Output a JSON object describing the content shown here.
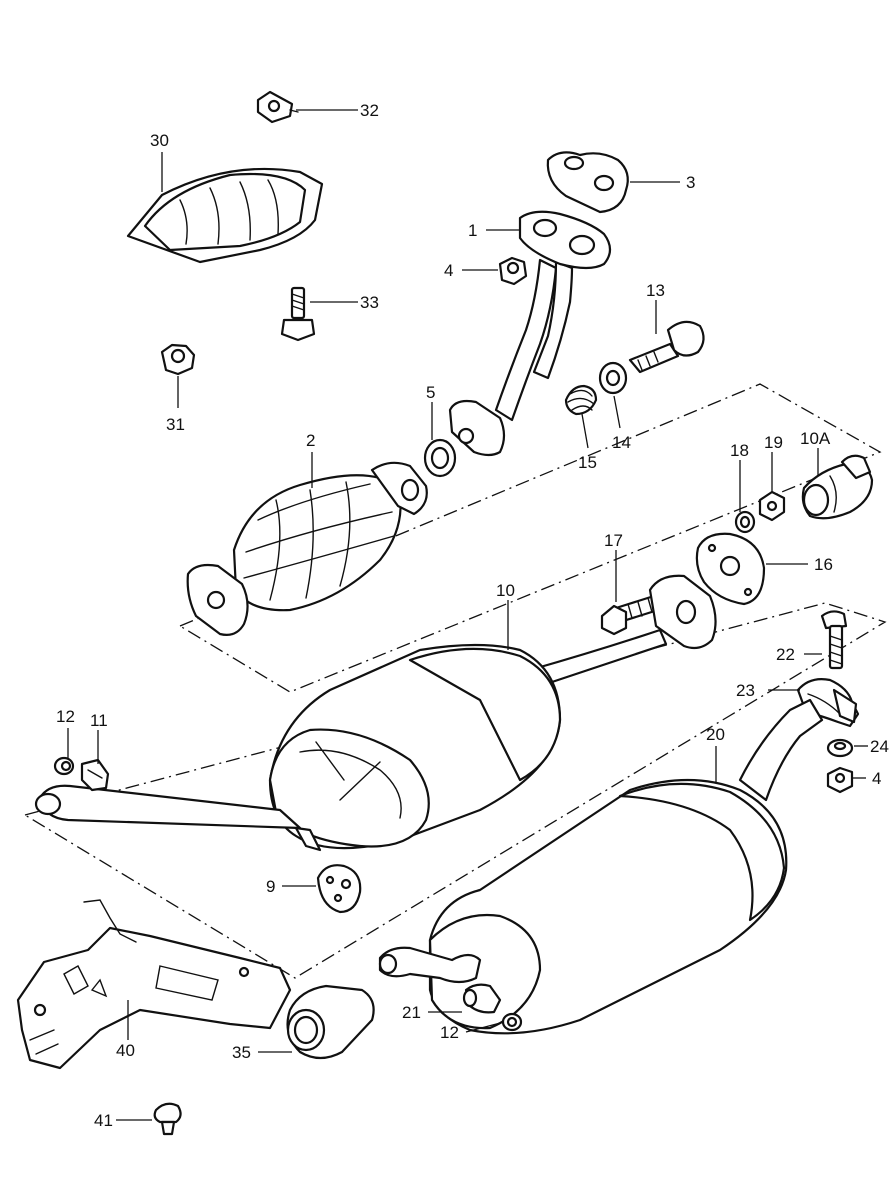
{
  "callouts": {
    "c1": "1",
    "c2": "2",
    "c3": "3",
    "c4a": "4",
    "c4b": "4",
    "c5": "5",
    "c9": "9",
    "c10": "10",
    "c10a": "10A",
    "c11": "11",
    "c12a": "12",
    "c12b": "12",
    "c13": "13",
    "c14": "14",
    "c15": "15",
    "c16": "16",
    "c17": "17",
    "c18": "18",
    "c19": "19",
    "c20": "20",
    "c21": "21",
    "c22": "22",
    "c23": "23",
    "c24": "24",
    "c30": "30",
    "c31": "31",
    "c32": "32",
    "c33": "33",
    "c35": "35",
    "c40": "40",
    "c41": "41"
  }
}
